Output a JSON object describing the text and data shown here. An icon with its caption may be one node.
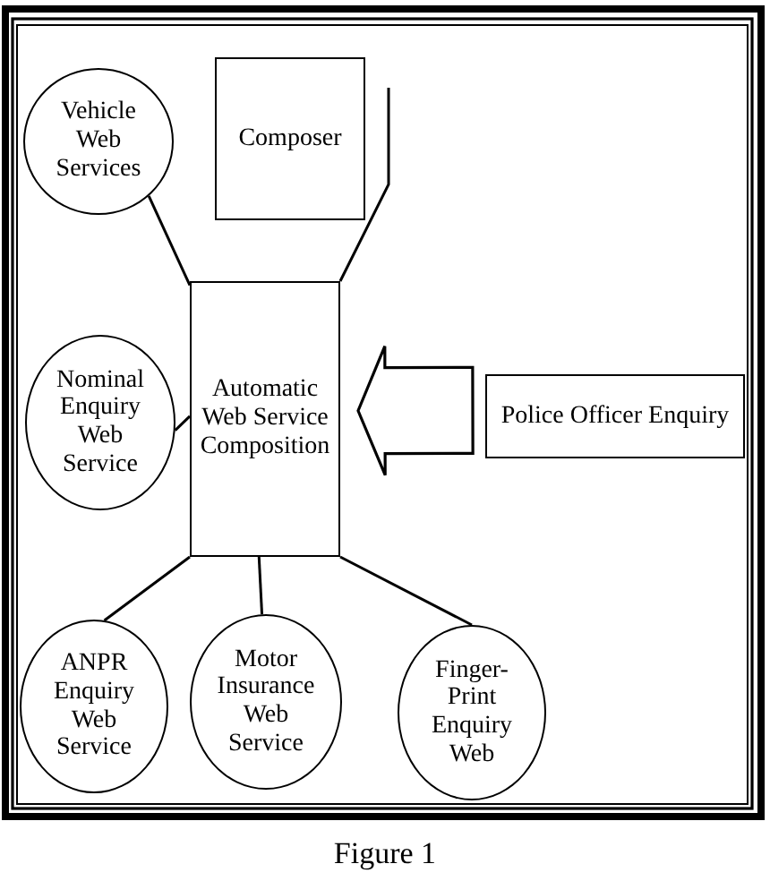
{
  "diagram": {
    "caption": "Figure 1",
    "nodes": [
      {
        "text": [
          "Vehicle Web Services"
        ]
      },
      {
        "text": [
          "Composer"
        ]
      },
      {
        "text": [
          "Automatic Web Service Composition"
        ]
      },
      {
        "text": [
          "Nominal Enquiry Web Service"
        ]
      },
      {
        "text": [
          "Police Officer Enquiry"
        ]
      },
      {
        "text": [
          "ANPR Enquiry Web Service"
        ]
      },
      {
        "text": [
          "Motor Insurance Web Service"
        ]
      },
      {
        "text": [
          "Finger-Print Enquiry Web"
        ]
      }
    ],
    "edges": [
      {
        "from": 0,
        "to": 2,
        "arrow": "none"
      },
      {
        "from": 1,
        "to": 2,
        "arrow": "none"
      },
      {
        "from": 3,
        "to": 2,
        "arrow": "none"
      },
      {
        "from": 4,
        "to": 2,
        "arrow": "to",
        "style": "thick"
      },
      {
        "from": 2,
        "to": 5,
        "arrow": "none"
      },
      {
        "from": 2,
        "to": 6,
        "arrow": "none"
      },
      {
        "from": 2,
        "to": 7,
        "arrow": "none"
      }
    ]
  }
}
